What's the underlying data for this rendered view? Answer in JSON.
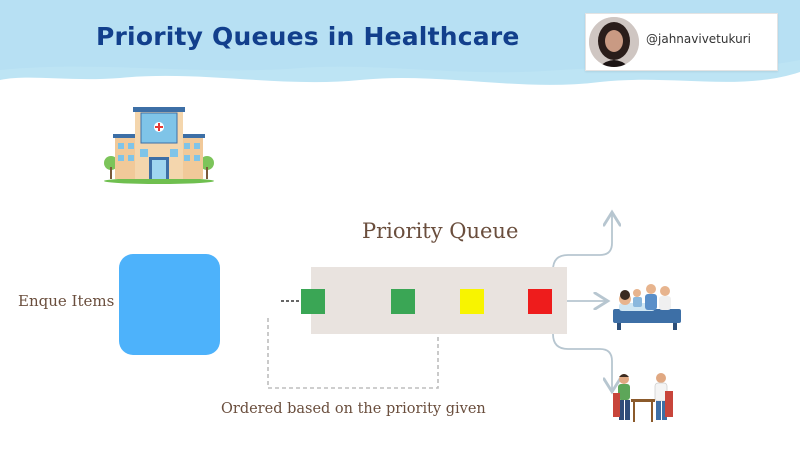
{
  "header": {
    "title": "Priority Queues in Healthcare",
    "handle": "@jahnavivetukuri"
  },
  "diagram": {
    "queue_label": "Priority Queue",
    "enqueue_label": "Enque Items",
    "ordering_note": "Ordered based on the priority given",
    "items": [
      {
        "priority": "low",
        "color": "#3aa655"
      },
      {
        "priority": "low",
        "color": "#3aa655"
      },
      {
        "priority": "medium",
        "color": "#f8f400"
      },
      {
        "priority": "high",
        "color": "#ee1c1c"
      }
    ]
  },
  "colors": {
    "header_wave": "#bde4f4",
    "title": "#123f8c",
    "enqueue_box": "#4db2fb",
    "queue_band": "#e9e3df",
    "arrow": "#b7c6d0",
    "dashed": "#bdbdbd"
  },
  "icons": {
    "hospital": "hospital-building-icon",
    "treatment": "patient-treatment-icon",
    "consult": "doctor-consultation-icon"
  }
}
